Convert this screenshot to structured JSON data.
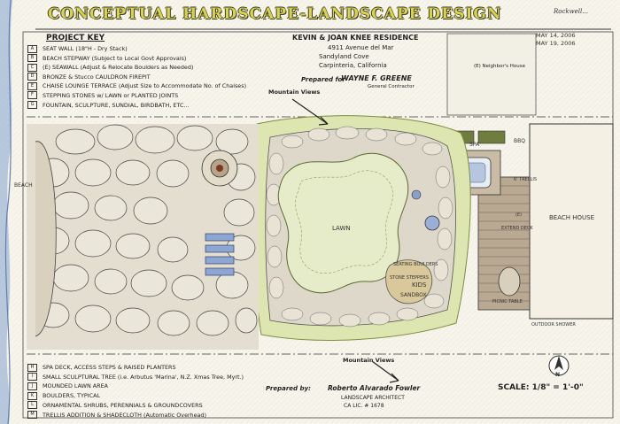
{
  "sheet": {
    "title": "CONCEPTUAL HARDSCAPE-LANDSCAPE DESIGN",
    "signature_top": "Rockwell..."
  },
  "project_key": {
    "heading": "PROJECT KEY",
    "items": [
      {
        "code": "A",
        "text": "SEAT WALL (18\"H - Dry Stack)"
      },
      {
        "code": "B",
        "text": "BEACH STEPWAY (Subject to Local Govt Approvals)"
      },
      {
        "code": "C",
        "text": "(E) SEAWALL (Adjust & Relocate Boulders as Needed)"
      },
      {
        "code": "D",
        "text": "BRONZE & Stucco CAULDRON FIREPIT"
      },
      {
        "code": "E",
        "text": "CHAISE LOUNGE TERRACE (Adjust Size to Accommodate No. of Chaises)"
      },
      {
        "code": "F",
        "text": "STEPPING STONES w/ LAWN or PLANTED JOINTS"
      },
      {
        "code": "G",
        "text": "FOUNTAIN, SCULPTURE, SUNDIAL, BIRDBATH, ETC..."
      }
    ],
    "items_bottom": [
      {
        "code": "H",
        "text": "SPA DECK, ACCESS STEPS & RAISED PLANTERS"
      },
      {
        "code": "I",
        "text": "SMALL SCULPTURAL TREE (i.e. Arbutus 'Marina', N.Z. Xmas Tree, Myrt.)"
      },
      {
        "code": "J",
        "text": "MOUNDED LAWN AREA"
      },
      {
        "code": "K",
        "text": "BOULDERS, TYPICAL"
      },
      {
        "code": "L",
        "text": "ORNAMENTAL SHRUBS, PERENNIALS & GROUNDCOVERS"
      },
      {
        "code": "M",
        "text": "TRELLIS ADDITION & SHADECLOTH (Automatic Overhead)"
      }
    ]
  },
  "client": {
    "name": "KEVIN & JOAN KNEE RESIDENCE",
    "address1": "4911 Avenue del Mar",
    "address2": "Sandyland Cove",
    "address3": "Carpinteria, California",
    "prepared_for_label": "Prepared for",
    "contractor": "WAYNE F. GREENE",
    "contractor_role": "General Contractor"
  },
  "dates": [
    "MAY 14, 2006",
    "MAY 19, 2006"
  ],
  "neighbors": "(E) Neighbor's House",
  "labels": {
    "mountain_views_top": "Mountain Views",
    "mountain_views_bottom": "Mountain Views",
    "beach": "BEACH",
    "lawn": "LAWN",
    "kids": "KIDS",
    "sandbox": "SANDBOX",
    "seating_boulders": "SEATING BOULDERS",
    "stone_steppers": "STONE STEPPERS",
    "beach_house": "BEACH HOUSE",
    "spa": "SPA",
    "bbq": "BBQ",
    "extend_deck": "EXTEND DECK",
    "outdoor_shower": "OUTDOOR SHOWER",
    "picnic_table": "PICNIC TABLE",
    "lawn_trellis": "6' TRELLIS",
    "trellis_tag": "(E)"
  },
  "prepared_by": {
    "label": "Prepared by:",
    "name": "Roberto Alvarado Fowler",
    "role": "LANDSCAPE ARCHITECT",
    "license": "CA LIC. # 1678"
  },
  "scale": "SCALE: 1/8\" = 1'-0\"",
  "north": "N"
}
